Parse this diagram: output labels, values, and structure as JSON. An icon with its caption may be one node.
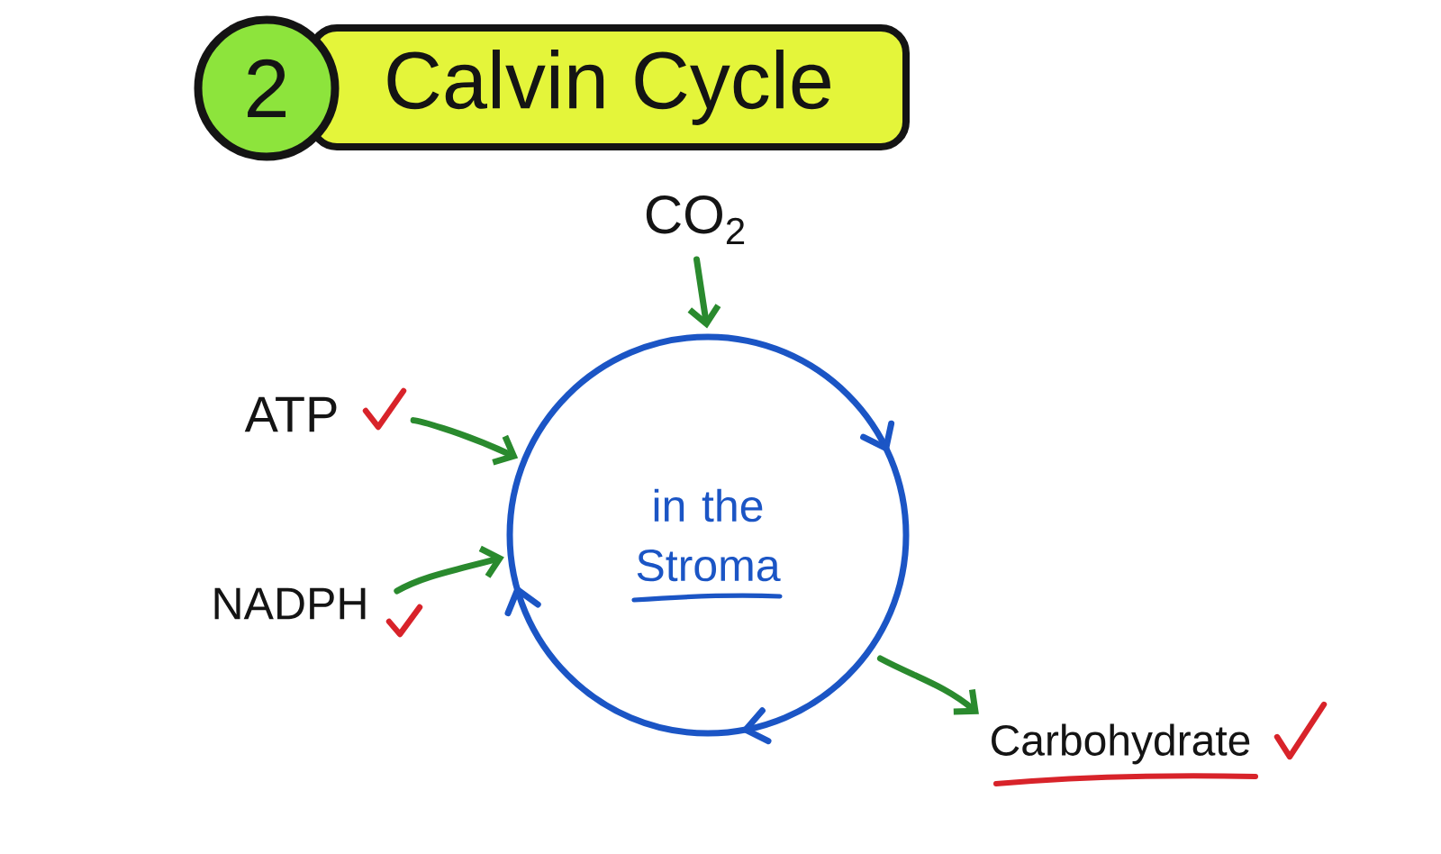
{
  "diagram": {
    "title": "Calvin Cycle",
    "nodes": [
      {
        "text": [
          "2"
        ]
      },
      {
        "text": [
          "CO$_{2}$"
        ]
      },
      {
        "text": [
          "ATP"
        ]
      },
      {
        "text": [
          "in the Stroma"
        ]
      },
      {
        "text": [
          "NADPH"
        ]
      },
      {
        "text": [
          "Carbohydrate"
        ]
      }
    ],
    "edges": [
      {
        "from": 1,
        "to": 3,
        "arrow": "to"
      },
      {
        "from": 2,
        "to": 3,
        "arrow": "to"
      },
      {
        "from": 4,
        "to": 3,
        "arrow": "to"
      },
      {
        "from": 3,
        "to": 5,
        "arrow": "to"
      }
    ]
  }
}
